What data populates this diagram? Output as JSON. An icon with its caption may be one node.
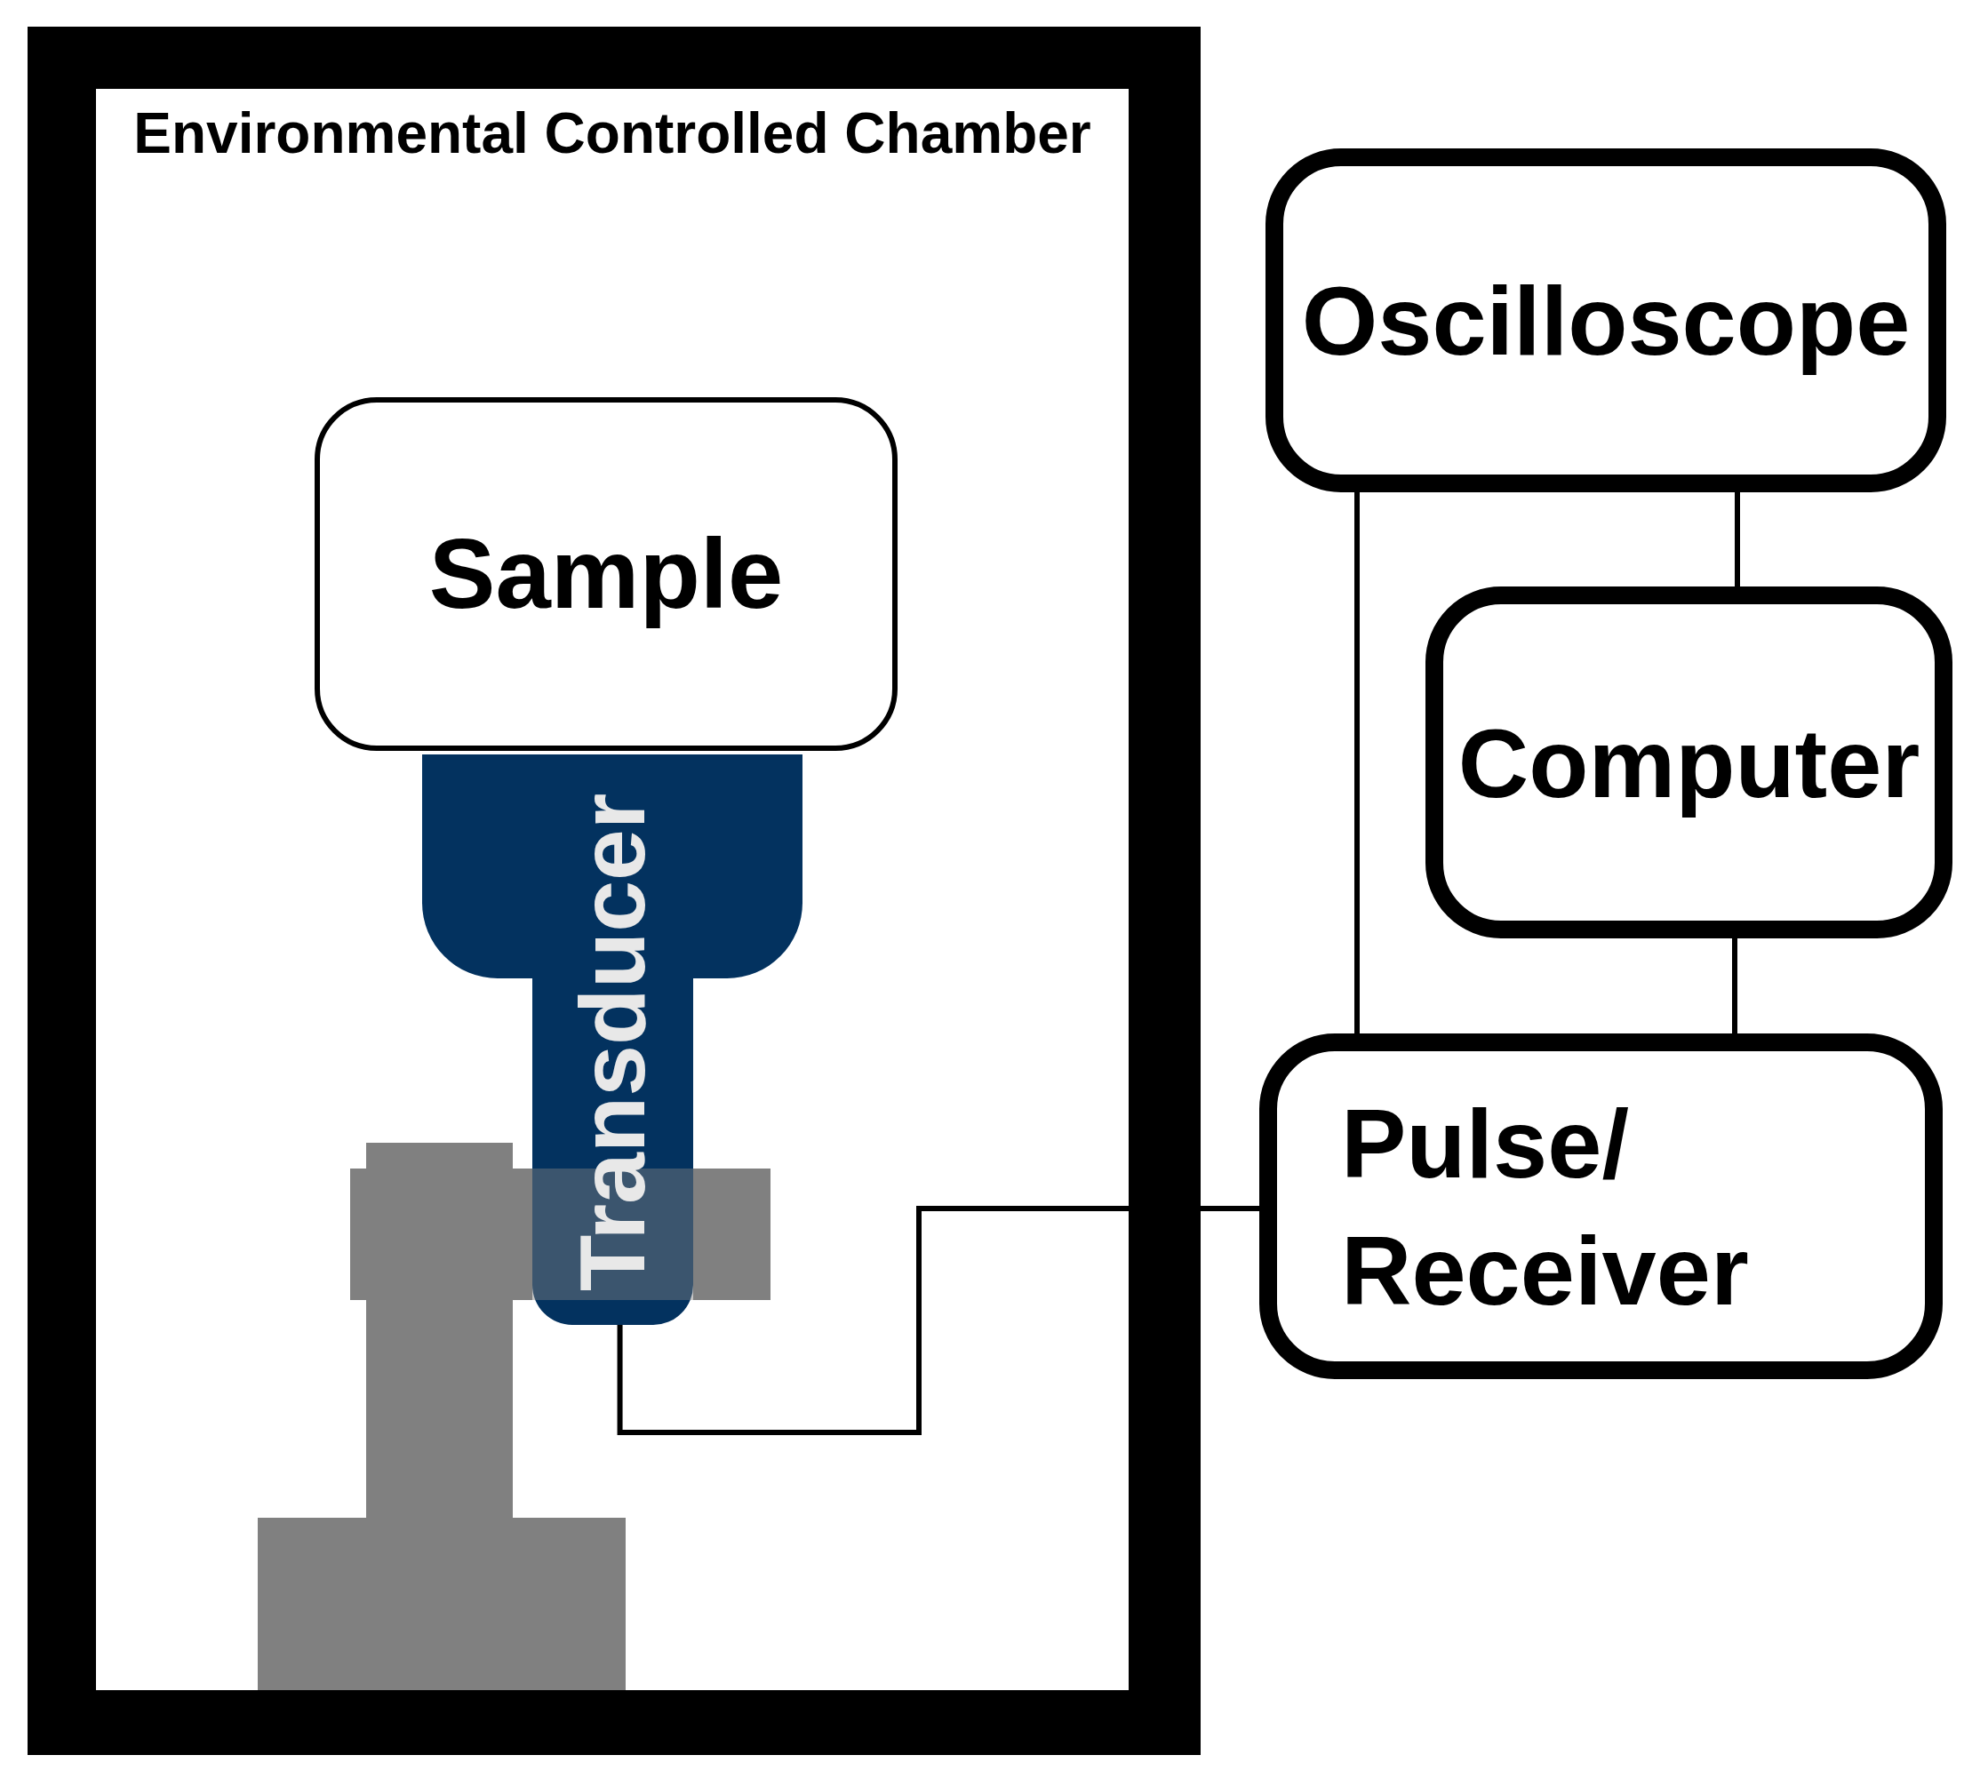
{
  "diagram": {
    "nodes": [
      {
        "text": [
          "Environmental Controlled Chamber"
        ]
      },
      {
        "text": [
          "Sample"
        ],
        "in": 0
      },
      {
        "text": [
          "Transducer"
        ],
        "in": 0
      },
      {
        "text": [
          "Oscilloscope"
        ]
      },
      {
        "text": [
          "Computer"
        ]
      },
      {
        "text": [
          "Pulse/ Receiver"
        ]
      }
    ],
    "edges": [
      {
        "from": 3,
        "to": 4,
        "arrow": "none"
      },
      {
        "from": 3,
        "to": 5,
        "arrow": "none"
      },
      {
        "from": 4,
        "to": 5,
        "arrow": "none"
      },
      {
        "from": 2,
        "to": 5,
        "arrow": "none"
      }
    ]
  }
}
